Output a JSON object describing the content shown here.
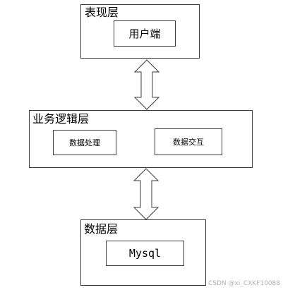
{
  "presentation_layer": {
    "title": "表现层",
    "client_label": "用户端"
  },
  "business_layer": {
    "title": "业务逻辑层",
    "data_processing_label": "数据处理",
    "data_interaction_label": "数据交互"
  },
  "data_layer": {
    "title": "数据层",
    "database_label": "Mysql"
  },
  "arrows": [
    {
      "from": "表现层",
      "to": "业务逻辑层",
      "direction": "bidirectional"
    },
    {
      "from": "业务逻辑层",
      "to": "数据层",
      "direction": "bidirectional"
    }
  ],
  "colors": {
    "border": "#3a3a3a",
    "arrow_fill": "#ffffff",
    "arrow_stroke": "#3a3a3a",
    "watermark": "#b0b0b0"
  },
  "watermark": "CSDN @xi_CXKF10088"
}
